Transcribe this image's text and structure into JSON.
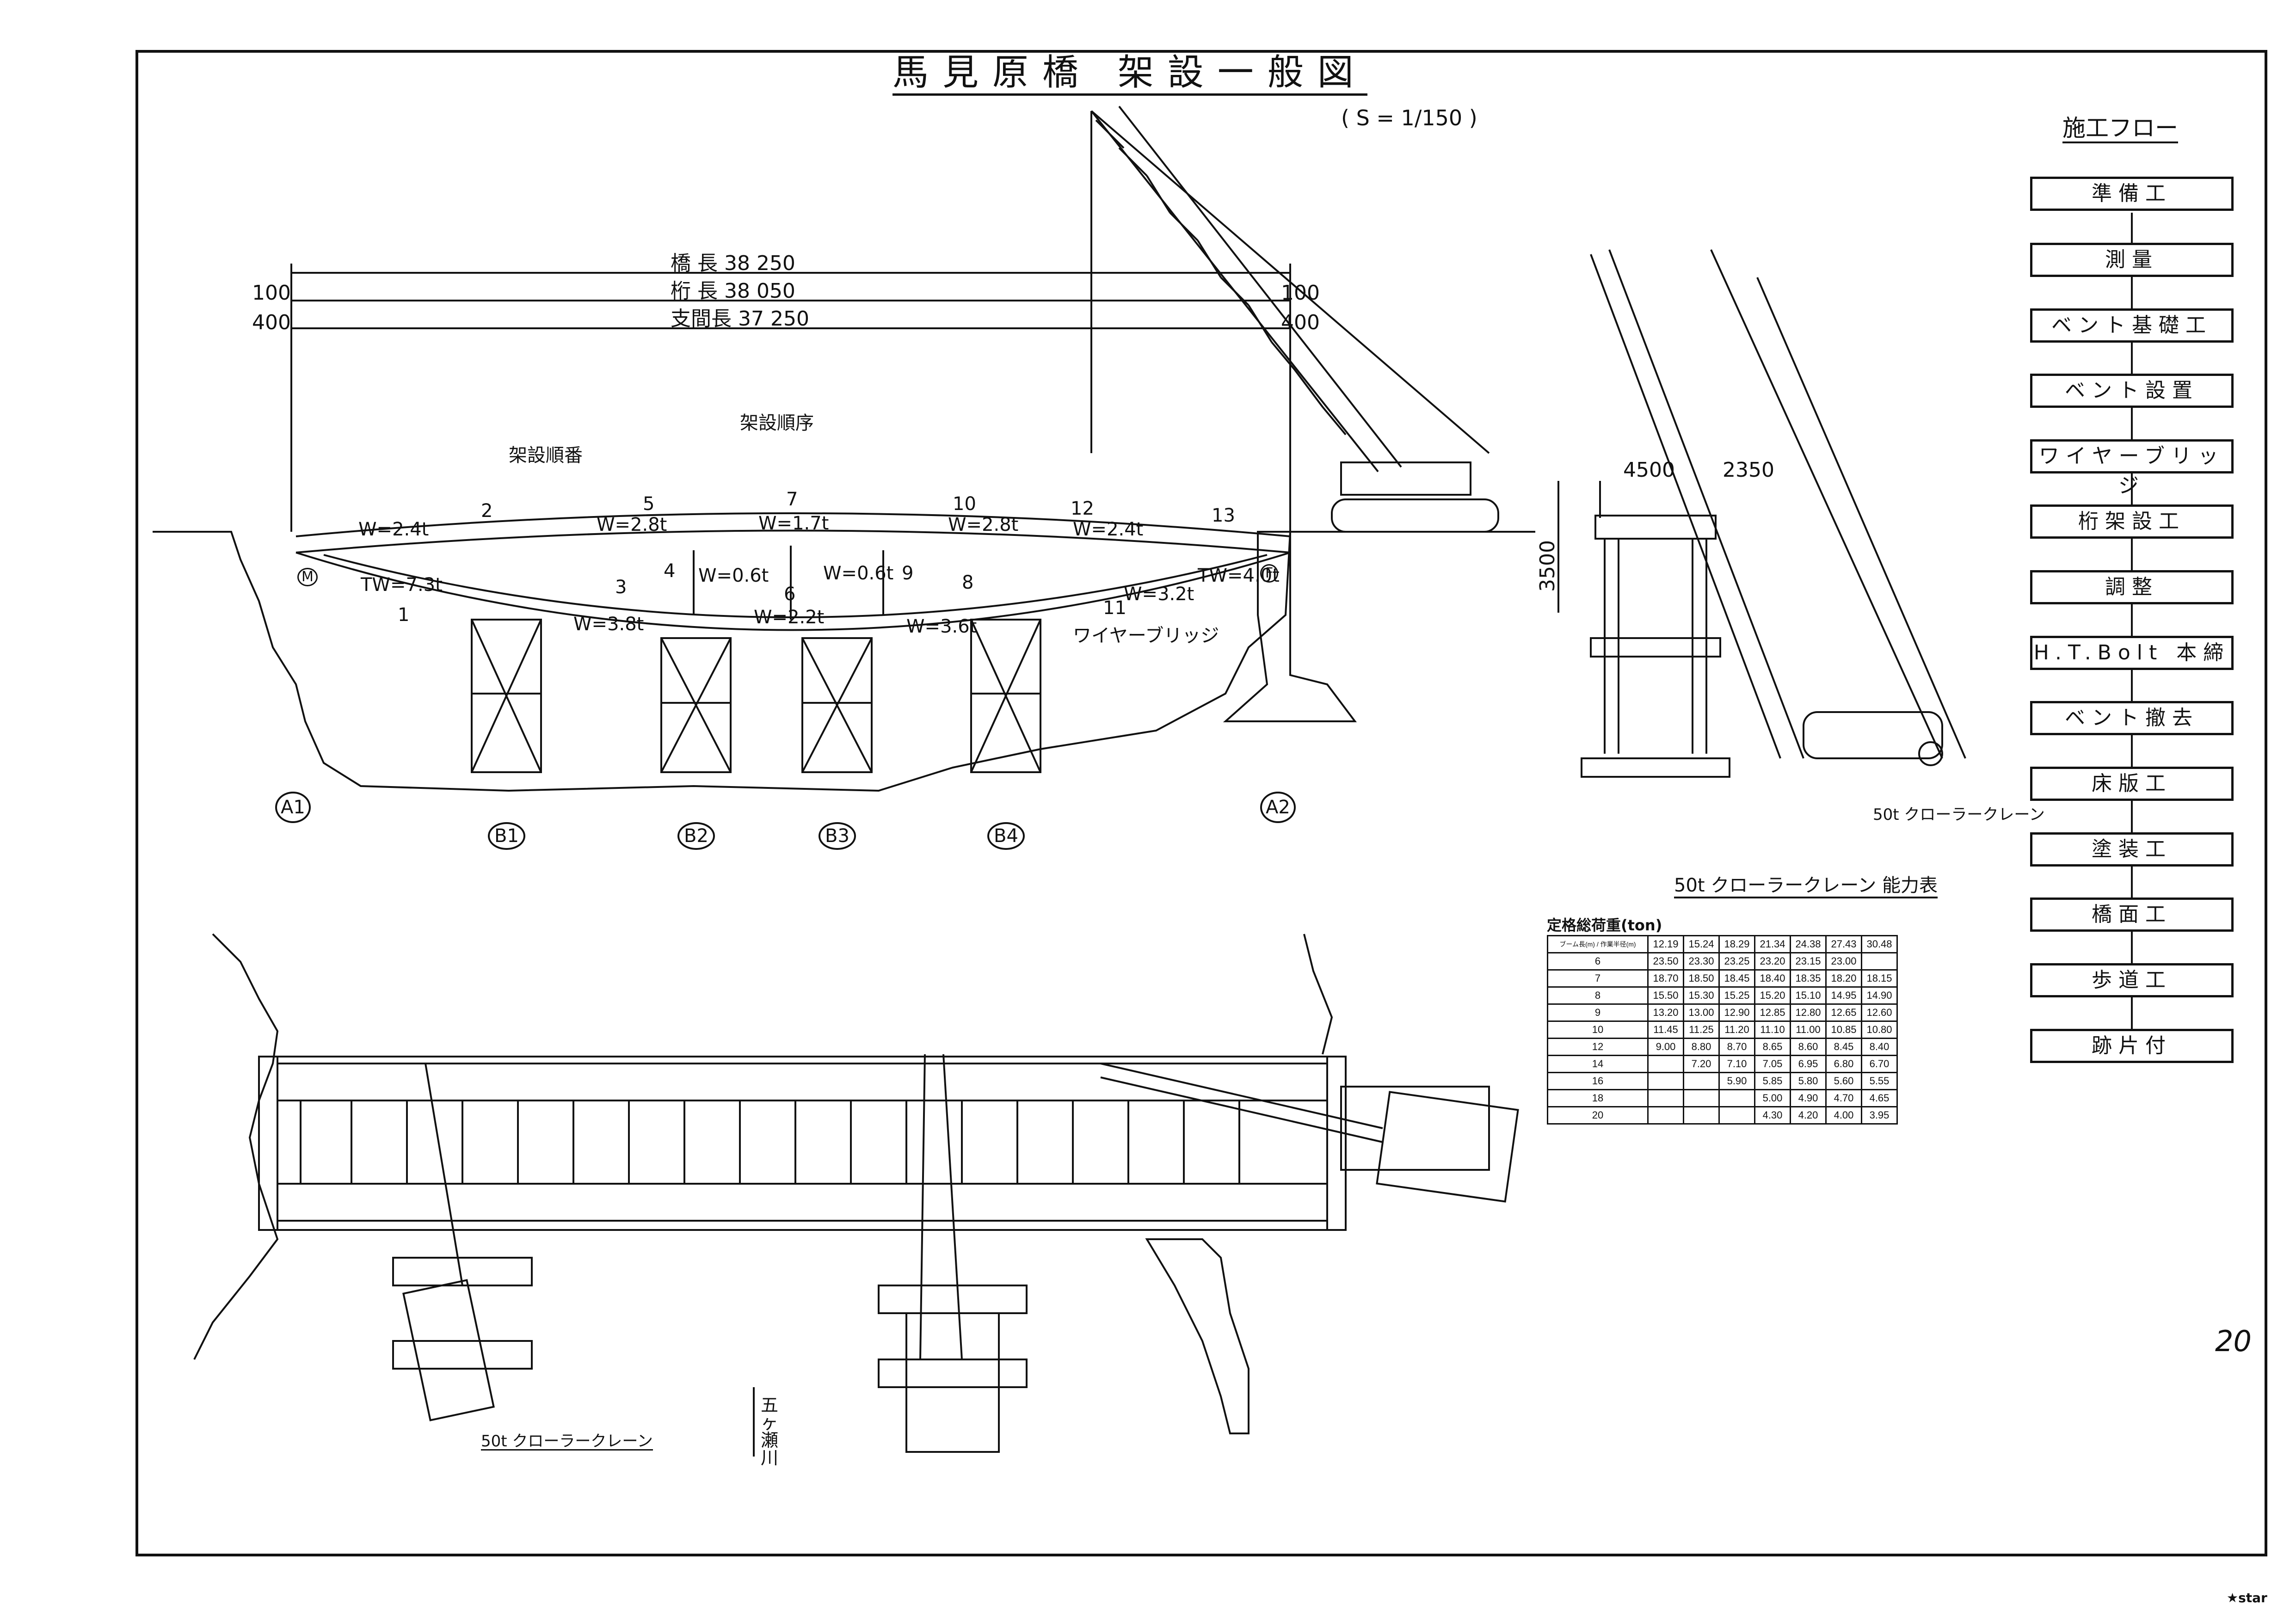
{
  "title": "馬見原橋 架設一般図",
  "scale": "( S = 1/150 )",
  "dimensions": {
    "bridge_length": "橋 長 38 250",
    "girder_length": "桁 長 38 050",
    "span_length": "支間長 37 250",
    "offset_top": "100",
    "offset_bottom": "400",
    "offset_top_right": "100",
    "offset_bottom_right": "400"
  },
  "elevation": {
    "erection_order_label": "架設順番",
    "erection_direction_label": "架設順序",
    "weights": [
      "W=2.4t",
      "W=2.8t",
      "W=1.7t",
      "W=2.8t",
      "W=2.4t",
      "W=0.6t",
      "W=0.6t",
      "W=3.8t",
      "W=2.2t",
      "W=3.6t",
      "TW=7.3t",
      "TW=4.0t",
      "W=3.2t"
    ],
    "wire_bridge_label": "ワイヤーブリッジ",
    "order_numbers": [
      "1",
      "2",
      "3",
      "4",
      "5",
      "6",
      "7",
      "8",
      "9",
      "10",
      "11",
      "12",
      "13"
    ],
    "abutments": [
      "A1",
      "A2"
    ],
    "bents": [
      "B1",
      "B2",
      "B3",
      "B4"
    ],
    "support_m": "M",
    "support_f": "F"
  },
  "section": {
    "dim_width": "4500",
    "dim_offset": "2350",
    "dim_height": "3500",
    "crane_label": "50t クローラークレーン"
  },
  "plan": {
    "crane_label": "50t クローラークレーン",
    "river_label": "五ヶ瀬川"
  },
  "construction_flow": {
    "heading": "施工フロー",
    "steps": [
      "準備工",
      "測量",
      "ベント基礎工",
      "ベント設置",
      "ワイヤーブリッジ",
      "桁架設工",
      "調整",
      "H.T.Bolt 本締",
      "ベント撤去",
      "床版工",
      "塗装工",
      "橋面工",
      "歩道工",
      "跡片付"
    ]
  },
  "capacity_table": {
    "caption": "50t クローラークレーン 能力表",
    "title": "定格総荷重(ton)",
    "corner": "ブーム長(m) / 作業半径(m)",
    "boom_lengths": [
      "12.19",
      "15.24",
      "18.29",
      "21.34",
      "24.38",
      "27.43",
      "30.48"
    ],
    "rows": [
      {
        "radius": "6",
        "values": [
          "23.50",
          "23.30",
          "23.25",
          "23.20",
          "23.15",
          "23.00",
          ""
        ]
      },
      {
        "radius": "7",
        "values": [
          "18.70",
          "18.50",
          "18.45",
          "18.40",
          "18.35",
          "18.20",
          "18.15"
        ]
      },
      {
        "radius": "8",
        "values": [
          "15.50",
          "15.30",
          "15.25",
          "15.20",
          "15.10",
          "14.95",
          "14.90"
        ]
      },
      {
        "radius": "9",
        "values": [
          "13.20",
          "13.00",
          "12.90",
          "12.85",
          "12.80",
          "12.65",
          "12.60"
        ]
      },
      {
        "radius": "10",
        "values": [
          "11.45",
          "11.25",
          "11.20",
          "11.10",
          "11.00",
          "10.85",
          "10.80"
        ]
      },
      {
        "radius": "12",
        "values": [
          "9.00",
          "8.80",
          "8.70",
          "8.65",
          "8.60",
          "8.45",
          "8.40"
        ]
      },
      {
        "radius": "14",
        "values": [
          "",
          "7.20",
          "7.10",
          "7.05",
          "6.95",
          "6.80",
          "6.70"
        ]
      },
      {
        "radius": "16",
        "values": [
          "",
          "",
          "5.90",
          "5.85",
          "5.80",
          "5.60",
          "5.55"
        ]
      },
      {
        "radius": "18",
        "values": [
          "",
          "",
          "",
          "5.00",
          "4.90",
          "4.70",
          "4.65"
        ]
      },
      {
        "radius": "20",
        "values": [
          "",
          "",
          "",
          "4.30",
          "4.20",
          "4.00",
          "3.95"
        ]
      }
    ]
  },
  "page_number": "20",
  "footer": "★star"
}
